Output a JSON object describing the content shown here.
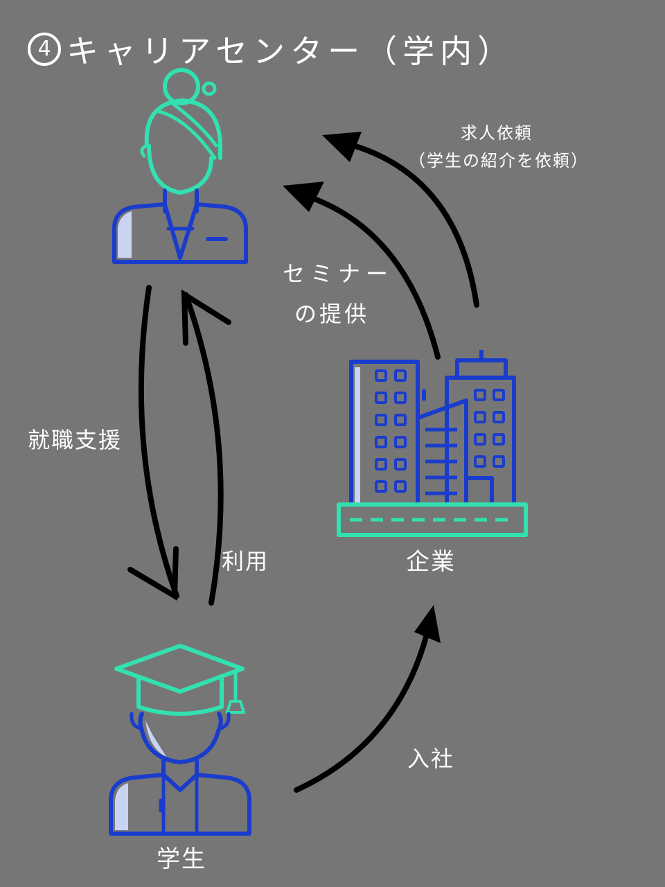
{
  "title": {
    "number": "4",
    "text": "キャリアセンター（学内）"
  },
  "labels": {
    "request_line1": "求人依頼",
    "request_line2": "（学生の紹介を依頼）",
    "seminar_line1": "セミナー",
    "seminar_line2": "の提供",
    "job_support": "就職支援",
    "use": "利用",
    "company": "企業",
    "join": "入社",
    "student": "学生"
  },
  "colors": {
    "background": "#767676",
    "icon_blue": "#1a3ccc",
    "icon_teal": "#33e0b0",
    "icon_light": "#c9d3f2",
    "arrow": "#000000",
    "text": "#ffffff"
  },
  "icons": [
    "career-advisor-woman-icon",
    "office-buildings-icon",
    "graduate-student-icon"
  ]
}
